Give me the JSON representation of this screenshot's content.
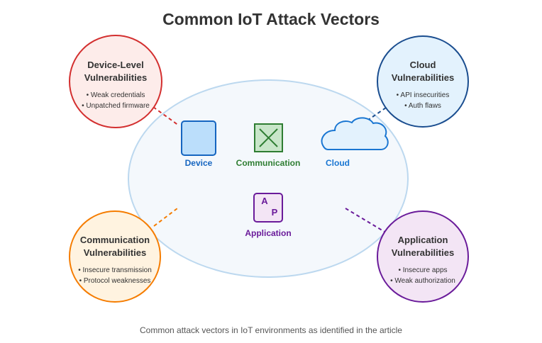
{
  "title": "Common IoT Attack Vectors",
  "caption": "Common attack vectors in IoT environments as identified in the article",
  "components": {
    "device": {
      "label": "Device",
      "color": "#1565c0"
    },
    "communication": {
      "label": "Communication",
      "color": "#2e7d32"
    },
    "cloud": {
      "label": "Cloud",
      "color": "#1976d2"
    },
    "application": {
      "label": "Application",
      "color": "#6a1b9a",
      "icon_letters": [
        "A",
        "P"
      ]
    }
  },
  "vulnerabilities": {
    "device": {
      "title_lines": [
        "Device-Level",
        "Vulnerabilities"
      ],
      "items": [
        "• Weak credentials",
        "• Unpatched firmware"
      ],
      "border_color": "#d32f2f",
      "fill_color": "#fdecea"
    },
    "cloud": {
      "title_lines": [
        "Cloud",
        "Vulnerabilities"
      ],
      "items": [
        "• API insecurities",
        "• Auth flaws"
      ],
      "border_color": "#1a4d8f",
      "fill_color": "#e3f2fd"
    },
    "communication": {
      "title_lines": [
        "Communication",
        "Vulnerabilities"
      ],
      "items": [
        "• Insecure transmission",
        "• Protocol weaknesses"
      ],
      "border_color": "#f57c00",
      "fill_color": "#fff3e0"
    },
    "application": {
      "title_lines": [
        "Application",
        "Vulnerabilities"
      ],
      "items": [
        "• Insecure apps",
        "• Weak authorization"
      ],
      "border_color": "#6a1b9a",
      "fill_color": "#f3e5f5"
    }
  }
}
